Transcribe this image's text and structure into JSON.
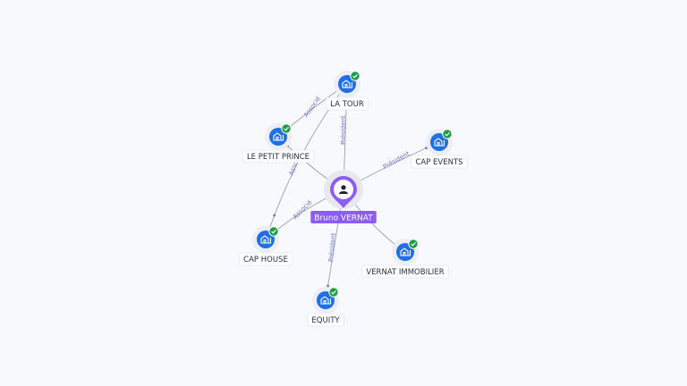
{
  "colors": {
    "company_blue": "#1f6fe5",
    "verified_green": "#1e9c46",
    "person_purple": "#8b5cf6",
    "edge": "#9c9fae",
    "edge_label": "#6f73c9"
  },
  "center": {
    "name": "Bruno VERNAT",
    "icon": "person-icon"
  },
  "companies": [
    {
      "id": "la-tour",
      "name": "LA TOUR",
      "icon": "building-icon",
      "badge": "check-icon"
    },
    {
      "id": "le-petit-prince",
      "name": "LE PETIT PRINCE",
      "icon": "building-icon",
      "badge": "check-icon"
    },
    {
      "id": "cap-events",
      "name": "CAP EVENTS",
      "icon": "building-icon",
      "badge": "check-icon"
    },
    {
      "id": "cap-house",
      "name": "CAP HOUSE",
      "icon": "building-icon",
      "badge": "check-icon"
    },
    {
      "id": "vernat-immobilier",
      "name": "VERNAT IMMOBILIER",
      "icon": "building-icon",
      "badge": "check-icon"
    },
    {
      "id": "equity",
      "name": "EQUITY",
      "icon": "building-icon",
      "badge": "check-icon"
    }
  ],
  "relations": [
    {
      "from": "center",
      "to": "la-tour",
      "label": "Président"
    },
    {
      "from": "center",
      "to": "cap-events",
      "label": "Président"
    },
    {
      "from": "center",
      "to": "equity",
      "label": "Président"
    },
    {
      "from": "center",
      "to": "cap-house",
      "label": "Associé"
    },
    {
      "from": "center",
      "to": "le-petit-prince",
      "label": ""
    },
    {
      "from": "center",
      "to": "vernat-immobilier",
      "label": ""
    },
    {
      "from": "la-tour",
      "to": "le-petit-prince",
      "label": "Associé"
    },
    {
      "from": "la-tour",
      "to": "cap-house",
      "label": "Associé"
    }
  ]
}
